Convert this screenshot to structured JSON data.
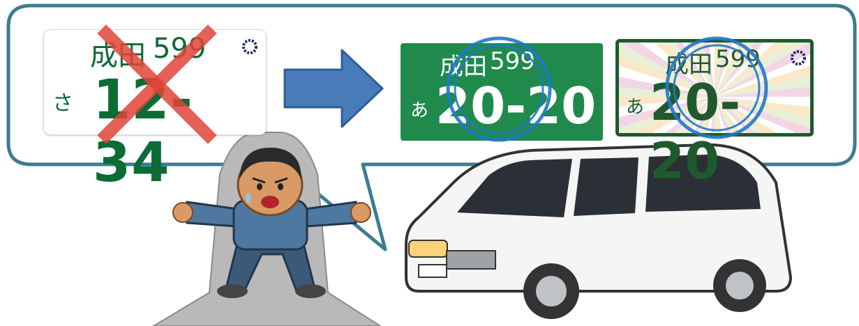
{
  "plate_old": {
    "region": "成田",
    "class_number": "599",
    "hiragana": "さ",
    "number": "12-34"
  },
  "plate_new_green": {
    "region": "成田",
    "class_number": "599",
    "hiragana": "あ",
    "number": "20-20"
  },
  "plate_new_olympic": {
    "region": "成田",
    "class_number": "599",
    "hiragana": "あ",
    "number": "20-20"
  },
  "colors": {
    "bubble_border": "#3a7d8f",
    "plate_green": "#1f8a4c",
    "plate_border_dark": "#1f5a2e",
    "cross_red": "#e0443a",
    "circle_blue": "#1f78c8",
    "arrow_blue": "#4a7bb9"
  },
  "icons": [
    "cross-mark-icon",
    "arrow-right-icon",
    "circle-mark-icon",
    "olympic-emblem-icon"
  ]
}
